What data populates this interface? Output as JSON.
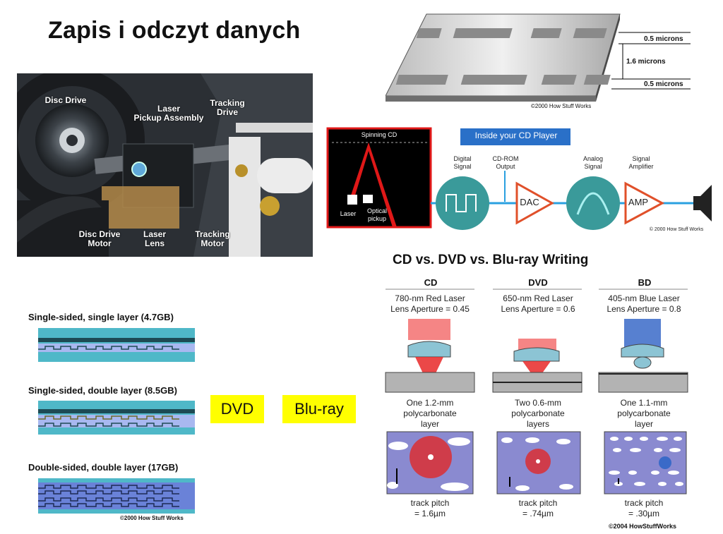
{
  "slide": {
    "title": "Zapis i odczyt danych"
  },
  "drive_photo": {
    "labels": {
      "disc_drive": "Disc Drive",
      "laser_pickup": "Laser\nPickup Assembly",
      "tracking_drive": "Tracking\nDrive",
      "disc_drive_motor": "Disc Drive\nMotor",
      "laser_lens": "Laser\nLens",
      "tracking_motor": "Tracking\nMotor"
    }
  },
  "pits_diagram": {
    "top_thickness": "0.5 microns",
    "track_spacing": "1.6 microns",
    "bottom_thickness": "0.5 microns",
    "copyright": "©2000 How Stuff Works"
  },
  "cd_player": {
    "title": "Inside your CD Player",
    "spinning_cd": "Spinning CD",
    "laser": "Laser",
    "optical_pickup": "Optical\npickup",
    "digital_signal": "Digital\nSignal",
    "cdrom_output": "CD-ROM\nOutput",
    "dac": "DAC",
    "analog_signal": "Analog\nSignal",
    "signal_amplifier": "Signal\nAmplifier",
    "amp": "AMP",
    "copyright": "© 2000 How Stuff Works"
  },
  "comparison": {
    "title": "CD vs. DVD vs. Blu-ray Writing",
    "columns": [
      {
        "name": "CD",
        "laser": "780-nm Red Laser",
        "aperture": "Lens Aperture = 0.45",
        "layers_l1": "One 1.2-mm",
        "layers_l2": "polycarbonate",
        "layers_l3": "layer",
        "pitch_l1": "track pitch",
        "pitch_l2": "= 1.6µm"
      },
      {
        "name": "DVD",
        "laser": "650-nm Red Laser",
        "aperture": "Lens Aperture = 0.6",
        "layers_l1": "Two 0.6-mm",
        "layers_l2": "polycarbonate",
        "layers_l3": "layers",
        "pitch_l1": "track pitch",
        "pitch_l2": "= .74µm"
      },
      {
        "name": "BD",
        "laser": "405-nm Blue Laser",
        "aperture": "Lens Aperture = 0.8",
        "layers_l1": "One 1.1-mm",
        "layers_l2": "polycarbonate",
        "layers_l3": "layer",
        "pitch_l1": "track pitch",
        "pitch_l2": "= .30µm"
      }
    ],
    "copyright": "©2004 HowStuffWorks"
  },
  "dvd_layers": {
    "items": [
      {
        "label": "Single-sided, single layer (4.7GB)"
      },
      {
        "label": "Single-sided, double layer (8.5GB)"
      },
      {
        "label": "Double-sided, double layer (17GB)"
      }
    ],
    "copyright": "©2000 How Stuff Works"
  },
  "tags": {
    "dvd": "DVD",
    "bluray": "Blu-ray"
  },
  "colors": {
    "teal": "#3a9a9a",
    "blue_line": "#2aa0e0",
    "amp_red": "#e0502a",
    "laser_red": "#e02020",
    "disc_purple": "#8a8ad0",
    "highlight": "#ffff00"
  }
}
